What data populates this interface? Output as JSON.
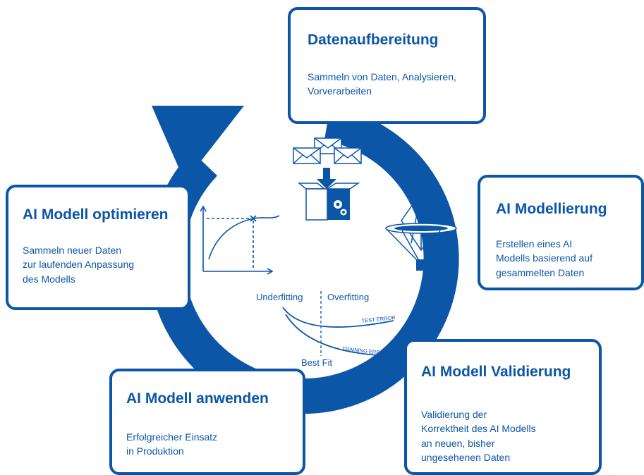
{
  "colors": {
    "primary": "#0c56a8",
    "background": "#ffffff"
  },
  "cards": {
    "preparation": {
      "title": "Datenaufbereitung",
      "text": "Sammeln von Daten, Analysieren,\nVorverarbeiten"
    },
    "modelling": {
      "title": "AI Modellierung",
      "text": "Erstellen eines AI\nModells basierend auf\ngesammelten Daten"
    },
    "validation": {
      "title": "AI Modell Validierung",
      "text": "Validierung der\nKorrektheit des AI Modells\nan neuen, bisher\nungesehenen Daten"
    },
    "application": {
      "title": "AI Modell anwenden",
      "text": "Erfolgreicher Einsatz\nin Produktion"
    },
    "optimisation": {
      "title": "AI Modell optimieren",
      "text": "Sammeln neuer Daten\nzur laufenden Anpassung\ndes Modells"
    }
  },
  "fit_diagram": {
    "underfitting": "Underfitting",
    "overfitting": "Overfitting",
    "test_error": "TEST ERROR",
    "training_error": "TRAINING ERROR",
    "best_fit": "Best Fit"
  },
  "icons": [
    "envelopes-icon",
    "box-with-gears-icon",
    "parachute-icon",
    "learning-curve-icon"
  ]
}
